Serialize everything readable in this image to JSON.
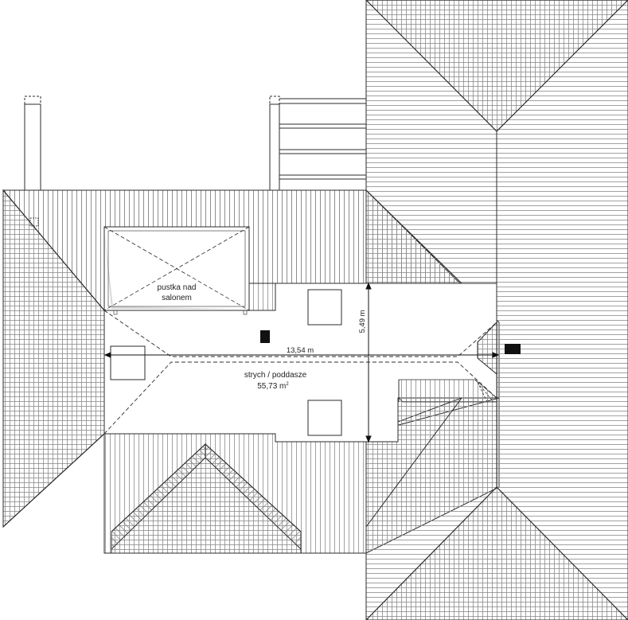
{
  "labels": {
    "void_line1": "pustka nad",
    "void_line2": "salonem",
    "attic_line1": "strych / poddasze",
    "attic_area": "55,73 m",
    "attic_area_sup": "2",
    "width_dim": "13,54 m",
    "depth_dim": "5,49 m"
  },
  "colors": {
    "line": "#2b2b2b",
    "hatch": "#8a8a8a",
    "shadow": "#c8c8c8",
    "fill": "#111111"
  }
}
